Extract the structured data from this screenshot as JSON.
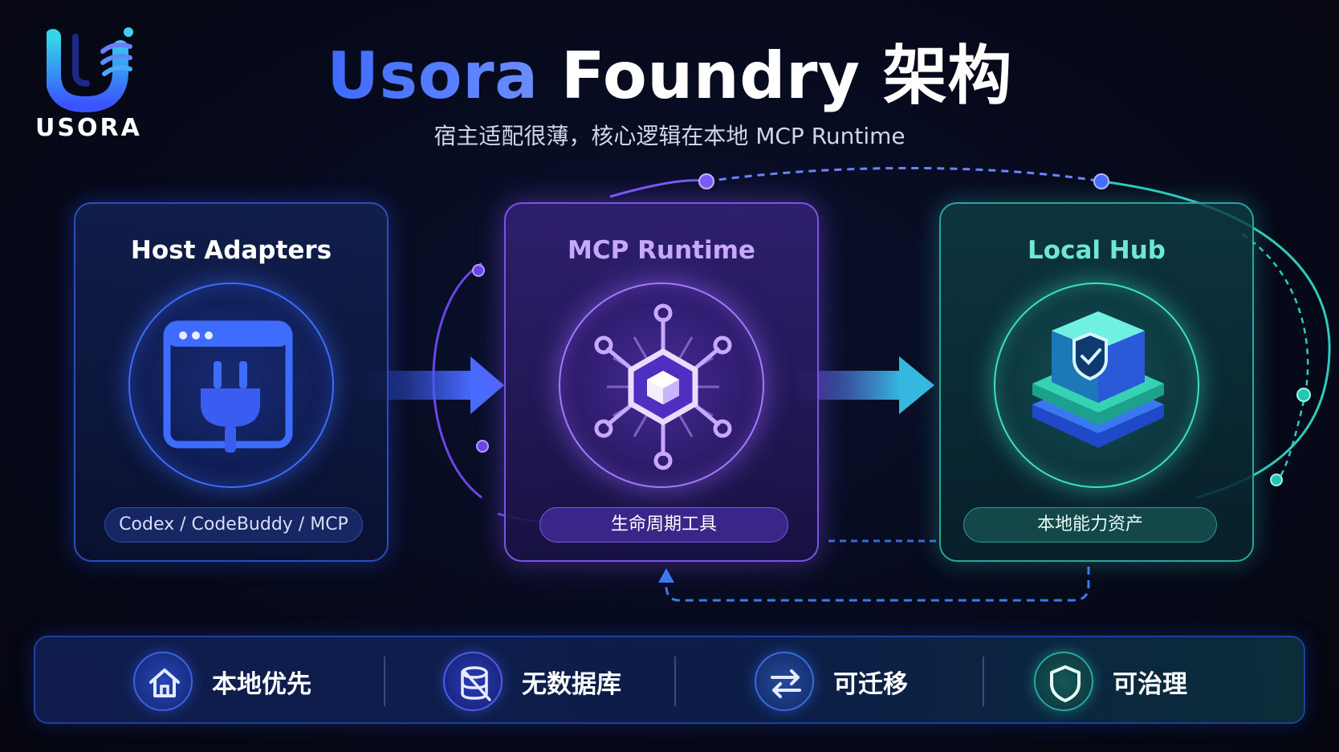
{
  "brand": {
    "logo_text": "USORA"
  },
  "header": {
    "title_part1": "Usora",
    "title_part2": "Foundry 架构",
    "subtitle": "宿主适配很薄，核心逻辑在本地 MCP Runtime"
  },
  "cards": [
    {
      "title": "Host Adapters",
      "pill": "Codex / CodeBuddy / MCP",
      "icon": "browser-plug-icon",
      "accent": "#3c6dff"
    },
    {
      "title": "MCP Runtime",
      "pill": "生命周期工具",
      "icon": "hexagon-network-icon",
      "accent": "#a27bff"
    },
    {
      "title": "Local Hub",
      "pill": "本地能力资产",
      "icon": "shield-cube-stack-icon",
      "accent": "#3fe0c8"
    }
  ],
  "features": [
    {
      "label": "本地优先",
      "icon": "home-icon"
    },
    {
      "label": "无数据库",
      "icon": "database-off-icon"
    },
    {
      "label": "可迁移",
      "icon": "swap-arrows-icon"
    },
    {
      "label": "可治理",
      "icon": "shield-icon"
    }
  ],
  "colors": {
    "blue": "#3c6dff",
    "purple": "#a27bff",
    "teal": "#3fe0c8",
    "background": "#070a1c"
  }
}
